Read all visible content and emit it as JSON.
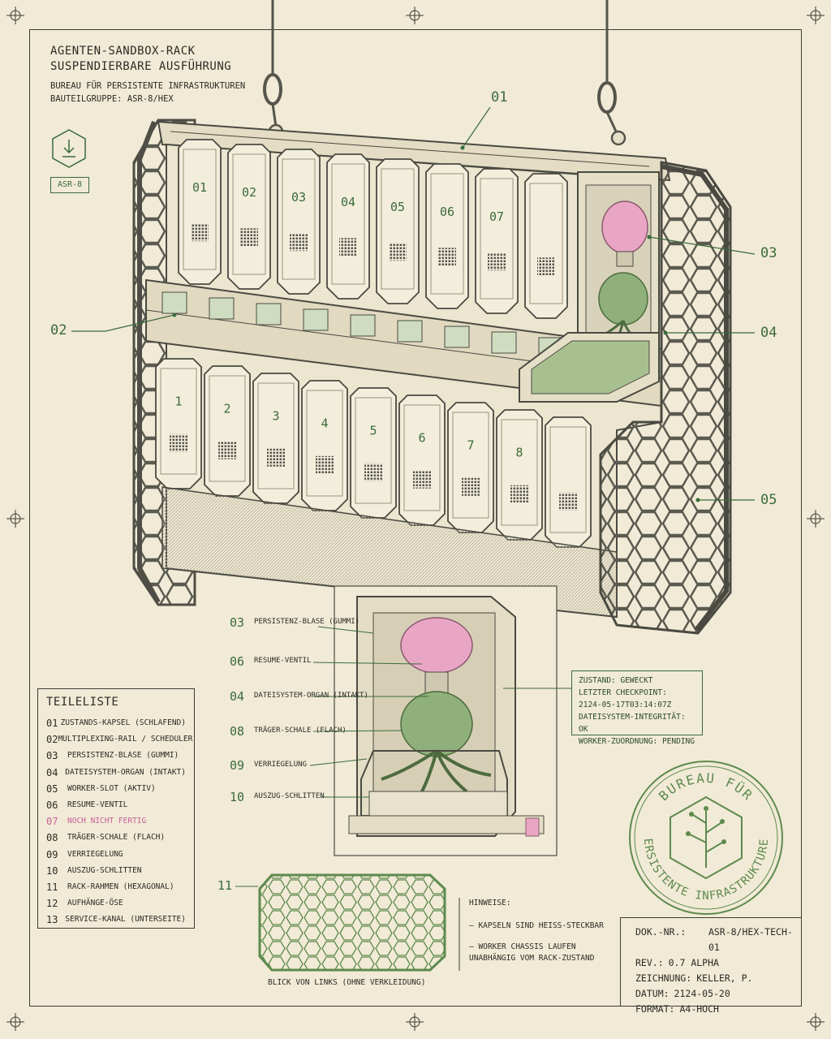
{
  "header": {
    "title_line1": "AGENTEN-SANDBOX-RACK",
    "title_line2": "SUSPENDIERBARE AUSFÜHRUNG",
    "org": "BUREAU FÜR PERSISTENTE INFRASTRUKTUREN",
    "group": "BAUTEILGRUPPE: ASR-8/HEX"
  },
  "badge": {
    "label": "ASR-8",
    "icon": "download-hex-icon"
  },
  "callouts": [
    "01",
    "02",
    "03",
    "04",
    "05"
  ],
  "upper_capsules": [
    "01",
    "02",
    "03",
    "04",
    "05",
    "06",
    "07"
  ],
  "lower_capsules": [
    "1",
    "2",
    "3",
    "4",
    "5",
    "6",
    "7",
    "8"
  ],
  "parts_list": {
    "heading": "TEILELISTE",
    "items": [
      {
        "n": "01",
        "label": "ZUSTANDS-KAPSEL (SCHLAFEND)"
      },
      {
        "n": "02",
        "label": "MULTIPLEXING-RAIL / SCHEDULER"
      },
      {
        "n": "03",
        "label": "PERSISTENZ-BLASE (GUMMI)"
      },
      {
        "n": "04",
        "label": "DATEISYSTEM-ORGAN (INTAKT)"
      },
      {
        "n": "05",
        "label": "WORKER-SLOT (AKTIV)"
      },
      {
        "n": "06",
        "label": "RESUME-VENTIL"
      },
      {
        "n": "07",
        "label": "NOCH NICHT FERTIG"
      },
      {
        "n": "08",
        "label": "TRÄGER-SCHALE (FLACH)"
      },
      {
        "n": "09",
        "label": "VERRIEGELUNG"
      },
      {
        "n": "10",
        "label": "AUSZUG-SCHLITTEN"
      },
      {
        "n": "11",
        "label": "RACK-RAHMEN (HEXAGONAL)"
      },
      {
        "n": "12",
        "label": "AUFHÄNGE-ÖSE"
      },
      {
        "n": "13",
        "label": "SERVICE-KANAL (UNTERSEITE)"
      }
    ]
  },
  "detail_labels": [
    {
      "n": "03",
      "text": "PERSISTENZ-BLASE (GUMMI)"
    },
    {
      "n": "06",
      "text": "RESUME-VENTIL"
    },
    {
      "n": "04",
      "text": "DATEISYSTEM-ORGAN (INTAKT)"
    },
    {
      "n": "08",
      "text": "TRÄGER-SCHALE (FLACH)"
    },
    {
      "n": "09",
      "text": "VERRIEGELUNG"
    },
    {
      "n": "10",
      "text": "AUSZUG-SCHLITTEN"
    }
  ],
  "status_box": {
    "line1": "ZUSTAND: GEWECKT",
    "line2": "LETZTER CHECKPOINT:",
    "line3": "2124-05-17T03:14:07Z",
    "line4": "DATEISYSTEM-INTEGRITÄT: OK",
    "line5": "WORKER-ZUORDNUNG: PENDING"
  },
  "side_view": {
    "callout": "11",
    "caption": "BLICK VON LINKS (OHNE VERKLEIDUNG)"
  },
  "notes": {
    "heading": "HINWEISE:",
    "item1": "– KAPSELN SIND HEISS-STECKBAR",
    "item2": "– WORKER CHASSIS LAUFEN UNABHÄNGIG VOM RACK-ZUSTAND"
  },
  "meta": {
    "doc_k": "DOK.-NR.:",
    "doc_v": "ASR-8/HEX-TECH-01",
    "rev_k": "REV.:",
    "rev_v": "0.7 ALPHA",
    "draw_k": "ZEICHNUNG:",
    "draw_v": "KELLER, P.",
    "date_k": "DATUM:",
    "date_v": "2124-05-20",
    "fmt_k": "FORMAT:",
    "fmt_v": "A4-HOCH"
  },
  "stamp": {
    "top": "BUREAU FÜR",
    "bottom": "PERSISTENTE INFRASTRUKTUREN",
    "icon": "tree-hex-icon"
  },
  "colors": {
    "paper": "#f1ead6",
    "ink": "#2b2b26",
    "green": "#3b6b3b",
    "pink": "#e9a6c4",
    "organ": "#8fb07a"
  }
}
